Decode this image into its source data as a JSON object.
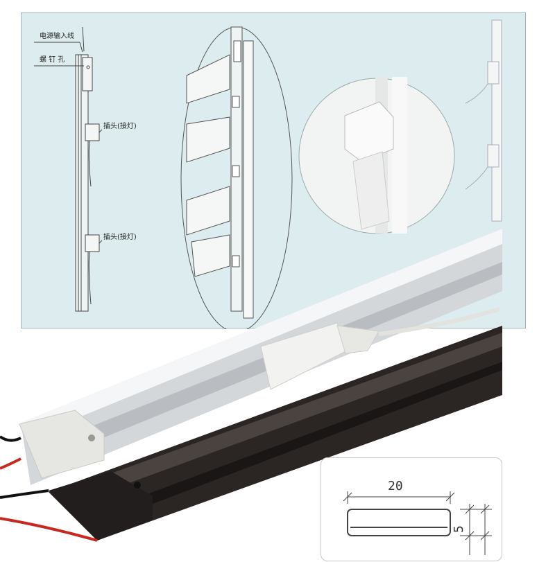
{
  "diagram": {
    "power_input_label": "电源输入线",
    "screw_hole_label": "螺 钉 孔",
    "plug_label_1": "插头(接灯)",
    "plug_label_2": "插头(接灯)"
  },
  "profile": {
    "width_label": "20",
    "height_label": "5"
  },
  "colors": {
    "panel_bg": "#dcecef",
    "track_silver": "#e4e6e8",
    "track_black": "#2b2624",
    "wire_red": "#c8281e"
  }
}
